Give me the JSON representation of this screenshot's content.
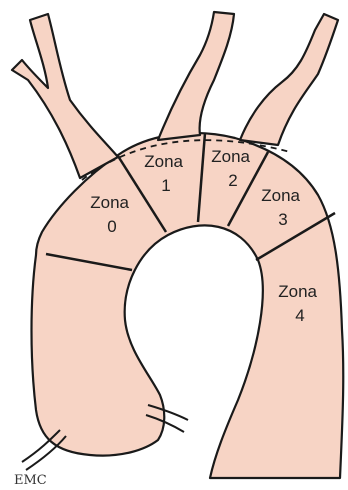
{
  "colors": {
    "vessel_fill": "#f7d4c5",
    "outline": "#1a1a1a",
    "background": "#ffffff"
  },
  "zones": [
    {
      "word": "Zona",
      "number": "0"
    },
    {
      "word": "Zona",
      "number": "1"
    },
    {
      "word": "Zona",
      "number": "2"
    },
    {
      "word": "Zona",
      "number": "3"
    },
    {
      "word": "Zona",
      "number": "4"
    }
  ],
  "signature": "EMC"
}
